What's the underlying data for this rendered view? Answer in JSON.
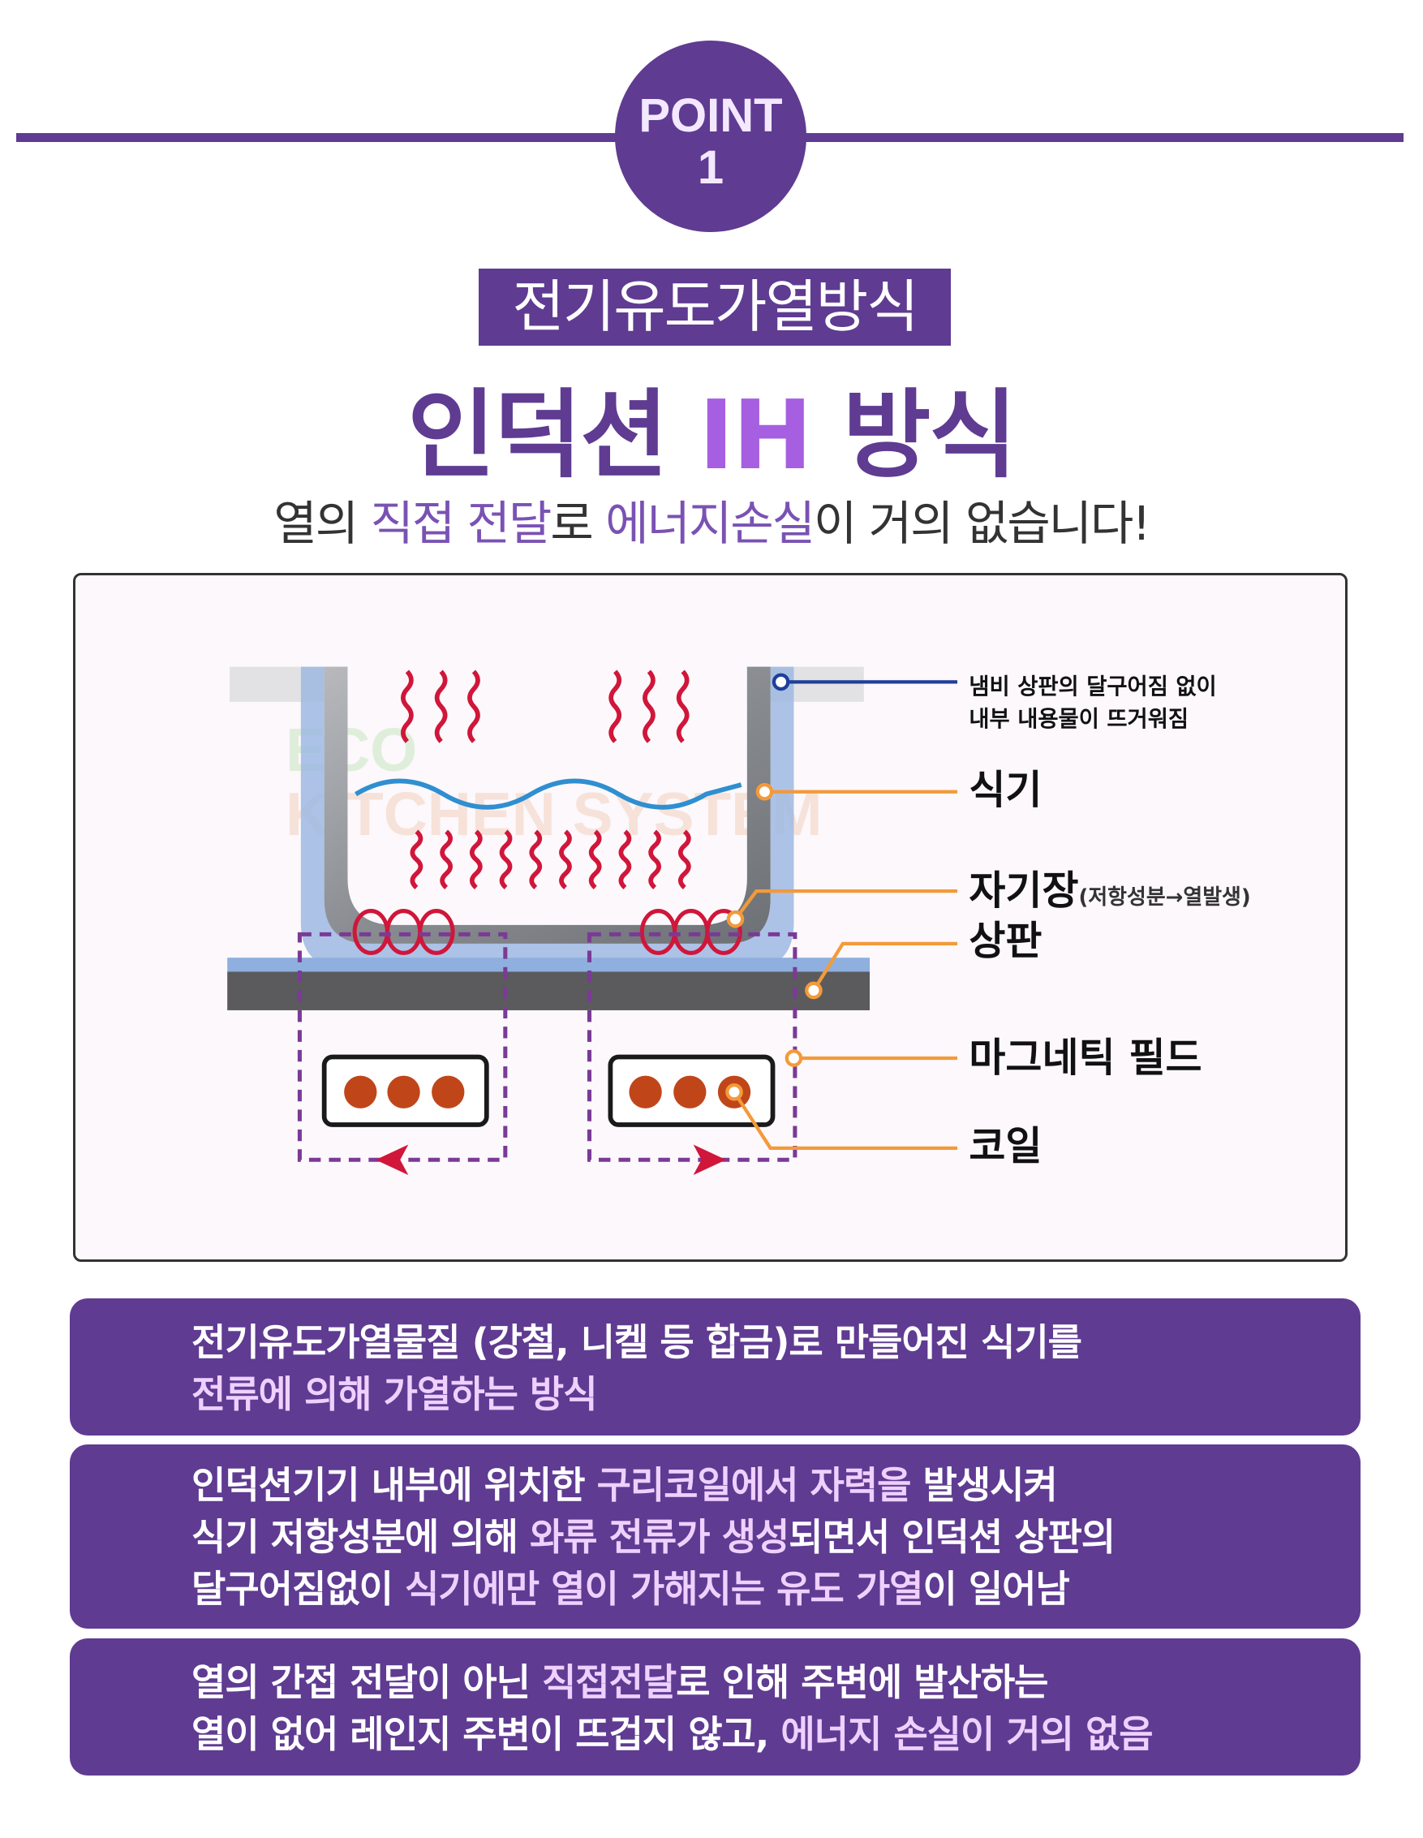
{
  "badge": {
    "line1": "POINT",
    "line2": "1"
  },
  "title_box": "전기유도가열방식",
  "heading": {
    "part1": "인덕션 ",
    "accent": "IH",
    "part2": " 방식"
  },
  "subtitle": {
    "t1": "열의 ",
    "h1": "직접 전달",
    "t2": "로  ",
    "h2": "에너지손실",
    "t3": "이 거의 없습니다!"
  },
  "diagram": {
    "watermark": {
      "line1": "ECO",
      "line2": "KITCHEN SYSTEM"
    },
    "labels": {
      "note_line1": "냄비 상판의 달구어짐 없이",
      "note_line2": "내부 내용물이 뜨거워짐",
      "vessel": "식기",
      "magnetic": "자기장",
      "magnetic_sub": "(저항성분→열발생)",
      "top_plate": "상판",
      "magnetic_field": "마그네틱 필드",
      "coil": "코일"
    },
    "colors": {
      "heat": "#d0163a",
      "leader": "#f39a3a",
      "leader_blue": "#1e3f9a",
      "field": "#7b3a96",
      "coil_dot": "#c0461a"
    }
  },
  "info": [
    {
      "lines": [
        [
          {
            "t": "전기유도가열물질 (강철, 니켈 등 합금)로 만들어진 식기를"
          }
        ],
        [
          {
            "t": "전류에 의해 가열하는 방식",
            "h": true
          }
        ]
      ]
    },
    {
      "lines": [
        [
          {
            "t": "인덕션기기 내부에 위치한 "
          },
          {
            "t": "구리코일에서 자력을",
            "h": true
          },
          {
            "t": " 발생시켜"
          }
        ],
        [
          {
            "t": "식기 저항성분에 의해 "
          },
          {
            "t": "와류 전류가 생성",
            "h": true
          },
          {
            "t": "되면서 인덕션 상판의"
          }
        ],
        [
          {
            "t": "달구어짐없이 "
          },
          {
            "t": "식기에만 열이 가해지는 유도 가열",
            "h": true
          },
          {
            "t": "이 일어남"
          }
        ]
      ]
    },
    {
      "lines": [
        [
          {
            "t": "열의 간접 전달이 아닌 "
          },
          {
            "t": "직접전달",
            "h": true
          },
          {
            "t": "로 인해 주변에 발산하는"
          }
        ],
        [
          {
            "t": "열이 없어 레인지 주변이 뜨겁지 않고, "
          },
          {
            "t": "에너지 손실이 거의 없음",
            "h": true
          }
        ]
      ]
    }
  ]
}
